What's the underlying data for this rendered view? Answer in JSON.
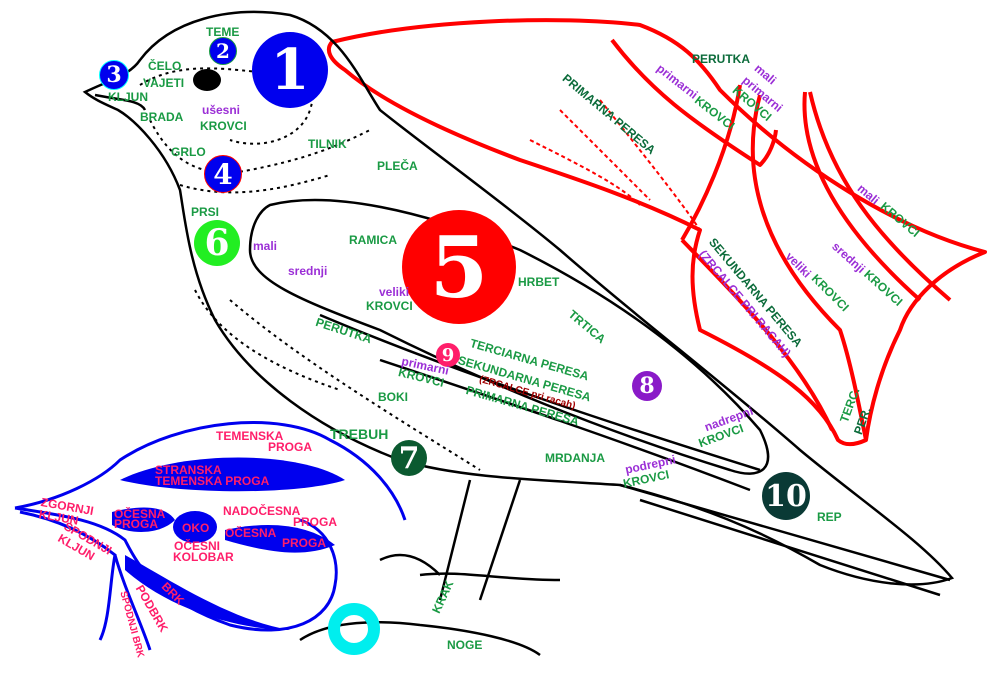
{
  "colors": {
    "label_green": "#1a9a44",
    "dark_green": "#0b6b3a",
    "purple": "#9b2fd6",
    "pink": "#ff1e6a",
    "wing_red": "#ff0000",
    "head_blue": "#0000ee"
  },
  "markers": [
    "1",
    "2",
    "3",
    "4",
    "5",
    "6",
    "7",
    "8",
    "9",
    "10"
  ],
  "head": {
    "teme": "TEME",
    "celo": "ČELO",
    "vajeti": "VAJETI",
    "kljun": "KLJUN",
    "brada": "BRADA",
    "usesni": "ušesni",
    "usesni_krovci": "KROVCI",
    "grlo": "GRLO",
    "tilnik": "TILNIK",
    "pleca": "PLEČA",
    "prsi": "PRSI"
  },
  "body": {
    "ramica": "RAMICA",
    "mali": "mali",
    "srednji": "srednji",
    "veliki": "veliki",
    "krovci": "KROVCI",
    "hrbet": "HRBET",
    "trtica": "TRTICA",
    "perutka": "PERUTKA",
    "primarni": "primarni",
    "primarni_krovci": "KROVCI",
    "terciarna": "TERCIARNA PERESA",
    "sekundarna": "SEKUNDARNA PERESA",
    "zrcalce": "(ZRCALCE pri racah)",
    "primarna": "PRIMARNA PERESA",
    "boki": "BOKI",
    "trebuh": "TREBUH",
    "nadrepni": "nadrepni",
    "nadrepni_krovci": "KROVCI",
    "podrepni": "podrepni",
    "podrepni_krovci": "KROVCI",
    "mrdanja": "MRDANJA",
    "rep": "REP",
    "krak": "KRAK",
    "noge": "NOGE"
  },
  "wing": {
    "perutka": "PERUTKA",
    "mali": "mali",
    "primarni_a": "primarni",
    "krovci_a": "KROVCI",
    "primarni": "primarni",
    "krovci_b": "KROVCI",
    "primarna": "PRIMARNA PERESA",
    "mali2": "mali",
    "krovci_c": "KROVCI",
    "srednji": "srednji",
    "krovci_d": "KROVCI",
    "veliki": "veliki",
    "krovci_e": "KROVCI",
    "sekundarna": "SEKUNDARNA PERESA",
    "zrcalce": "(ZRCALCE PRI RACAH)",
    "terc": "TERC.",
    "per": "PER."
  },
  "face": {
    "temenska": "TEMENSKA",
    "proga1": "PROGA",
    "stranska": "STRANSKA",
    "temenska_proga": "TEMENSKA PROGA",
    "zgornji": "ZGORNJI",
    "kljun1": "KLJUN",
    "ocesna": "OČESNA",
    "proga2": "PROGA",
    "oko": "OKO",
    "nadocesna": "NADOČESNA",
    "proga3": "PROGA",
    "ocesna2": "OČESNA",
    "proga4": "PROGA",
    "ocesni": "OČESNI",
    "kolobar": "KOLOBAR",
    "spodnji": "SPODNJI",
    "kljun2": "KLJUN",
    "brk": "BRK",
    "podbrk": "PODBRK",
    "spodnji_brk": "SPODNJI BRK"
  }
}
